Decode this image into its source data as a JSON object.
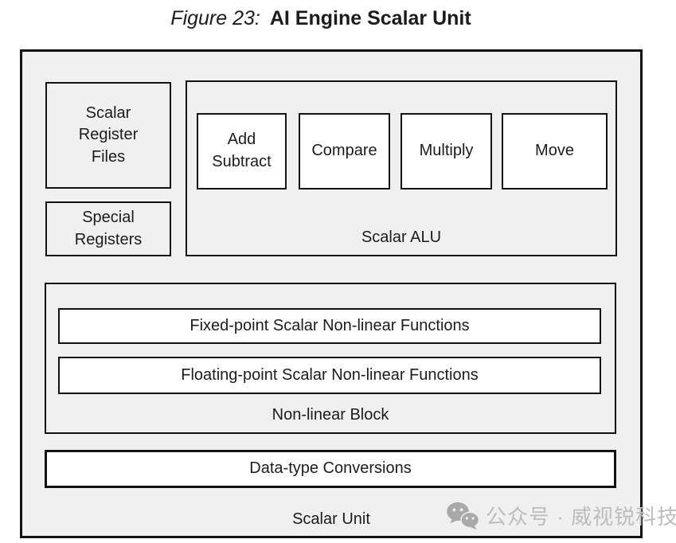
{
  "figure": {
    "label": "Figure 23:",
    "title": "AI Engine Scalar Unit"
  },
  "scalar_unit": {
    "label": "Scalar Unit",
    "scalar_register_files": "Scalar\nRegister\nFiles",
    "special_registers": "Special\nRegisters",
    "scalar_alu": {
      "label": "Scalar ALU",
      "ops": [
        "Add\nSubtract",
        "Compare",
        "Multiply",
        "Move"
      ]
    },
    "nonlinear_block": {
      "label": "Non-linear Block",
      "functions": [
        "Fixed-point Scalar Non-linear Functions",
        "Floating-point Scalar Non-linear Functions"
      ]
    },
    "data_type_conversions": "Data-type Conversions"
  },
  "watermark": {
    "icon": "wechat-icon",
    "text": "公众号 · 威视锐科技"
  },
  "colors": {
    "panel_fill": "#f0f0f0",
    "box_fill": "#ffffff",
    "border": "#121212",
    "text": "#1c1c1c",
    "watermark": "#bdbdbd"
  }
}
